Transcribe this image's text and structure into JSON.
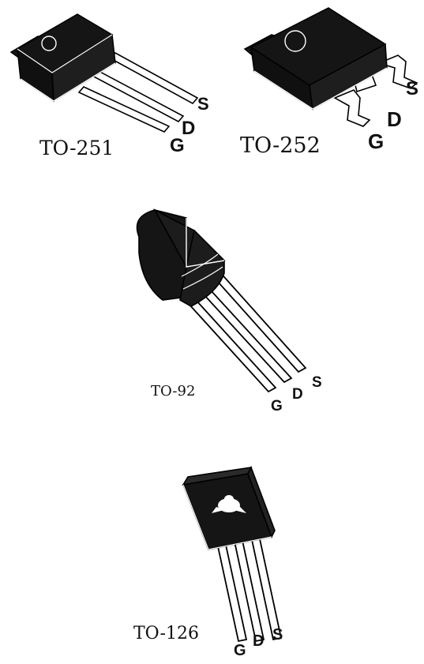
{
  "packages": [
    {
      "id": "to251",
      "name": "TO-251",
      "pins": {
        "g": "G",
        "d": "D",
        "s": "S"
      }
    },
    {
      "id": "to252",
      "name": "TO-252",
      "pins": {
        "g": "G",
        "d": "D",
        "s": "S"
      }
    },
    {
      "id": "to92",
      "name": "TO-92",
      "pins": {
        "g": "G",
        "d": "D",
        "s": "S"
      }
    },
    {
      "id": "to126",
      "name": "TO-126",
      "pins": {
        "g": "G",
        "d": "D",
        "s": "S"
      }
    }
  ],
  "colors": {
    "body": "#151515",
    "edge": "#ffffff",
    "pin": "#ffffff",
    "outline": "#000000"
  }
}
